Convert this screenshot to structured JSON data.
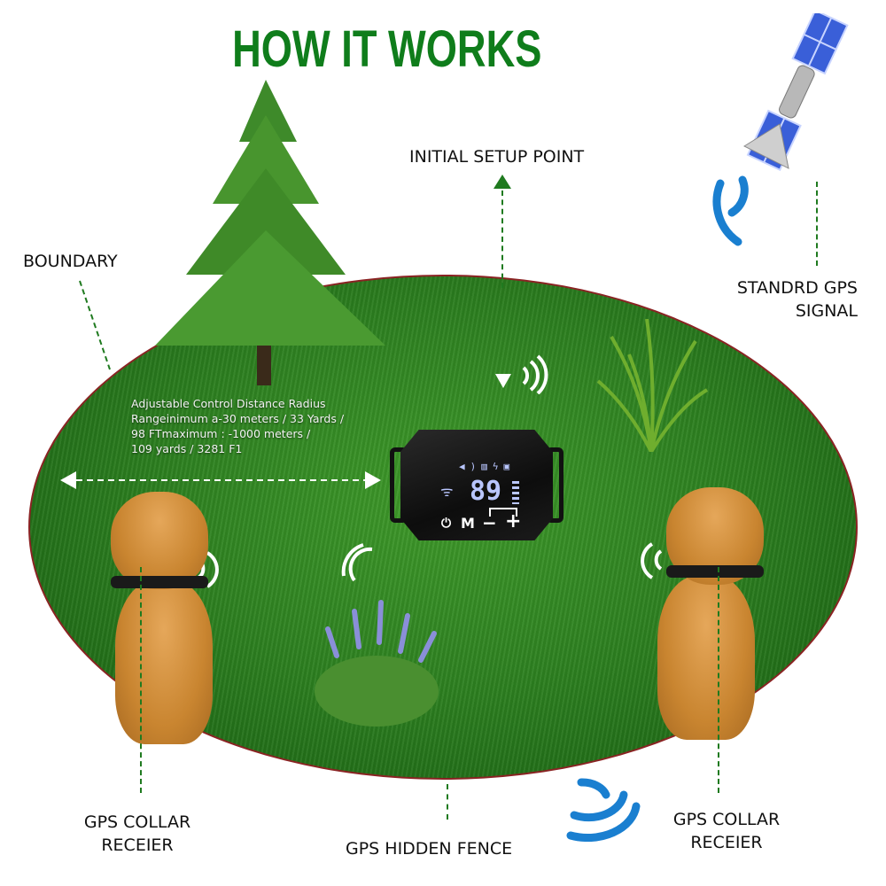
{
  "title": "HOW IT WORKS",
  "labels": {
    "initial_setup_point": "INITIAL SETUP POINT",
    "boundary": "BOUNDARY",
    "gps_signal_line1": "STANDRD GPS",
    "gps_signal_line2": "SIGNAL",
    "collar_left_line1": "GPS COLLAR",
    "collar_left_line2": "RECEIER",
    "hidden_fence": "GPS HIDDEN FENCE",
    "collar_right_line1": "GPS COLLAR",
    "collar_right_line2": "RECEIER"
  },
  "info": {
    "line1": "Adjustable Control Distance Radius",
    "line2": "Rangeinimum a-30 meters / 33 Yards /",
    "line3": "98 FTmaximum : -1000 meters /",
    "line4": "109 yards / 3281 F1"
  },
  "device": {
    "display_value": "89",
    "buttons": {
      "power": "⏻",
      "mode": "M",
      "minus": "−",
      "plus": "+"
    },
    "status_icons": [
      "volume-icon",
      "vibration-icon",
      "shock-icon",
      "lock-icon"
    ]
  },
  "colors": {
    "title_green": "#0f7d1b",
    "boundary_red": "#8a2323",
    "signal_blue": "#1a7fd0",
    "lcd_blue": "#b9c6ff"
  }
}
